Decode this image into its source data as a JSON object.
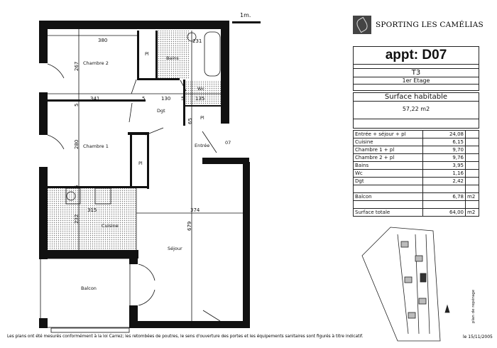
{
  "scale_label": "1m.",
  "brand": {
    "name": "SPORTING LES CAMÉLIAS"
  },
  "summary": {
    "appt": "appt: D07",
    "type": "T3",
    "floor": "1er Etage",
    "surface_label": "Surface habitable",
    "surface_value": "57,22 m2"
  },
  "areas": [
    {
      "room": "Entrée + séjour + pl",
      "value": "24,08"
    },
    {
      "room": "Cuisine",
      "value": "6,15"
    },
    {
      "room": "Chambre 1 + pl",
      "value": "9,70"
    },
    {
      "room": "Chambre 2 + pl",
      "value": "9,76"
    },
    {
      "room": "Bains",
      "value": "3,95"
    },
    {
      "room": "Wc",
      "value": "1,16"
    },
    {
      "room": "Dgt",
      "value": "2,42"
    }
  ],
  "balcon": {
    "room": "Balcon",
    "value": "6,78",
    "unit": "m2"
  },
  "total": {
    "room": "Surface totale",
    "value": "64,00",
    "unit": "m2"
  },
  "plan": {
    "rooms": {
      "chambre2": "Chambre 2",
      "pl1": "Pl",
      "bains": "Bains",
      "wc": "Wc",
      "dgt": "Dgt",
      "pl2": "Pl",
      "entree": "Entrée",
      "chambre1": "Chambre 1",
      "pl3": "Pl",
      "cuisine": "Cuisine",
      "sejour": "Séjour",
      "balcon": "Balcon",
      "door_no": "07"
    },
    "dims": {
      "d380": "380",
      "d267": "267",
      "d341": "341",
      "d5a": "5",
      "d130": "130",
      "d5b": "5",
      "d135": "135",
      "d231": "231",
      "d65": "65",
      "d280": "280",
      "d5c": "5",
      "d5d": "5",
      "d315": "315",
      "d232": "232",
      "d374": "374",
      "d679": "679"
    }
  },
  "locator_label": "plan de repérage",
  "footer": "Les plans ont été mesurés conformément à la loi Carrez; les retombées de poutres, le sens d'ouverture des portes et les équipements sanitaires sont figurés à titre indicatif.",
  "date": "le 15/11/2005"
}
